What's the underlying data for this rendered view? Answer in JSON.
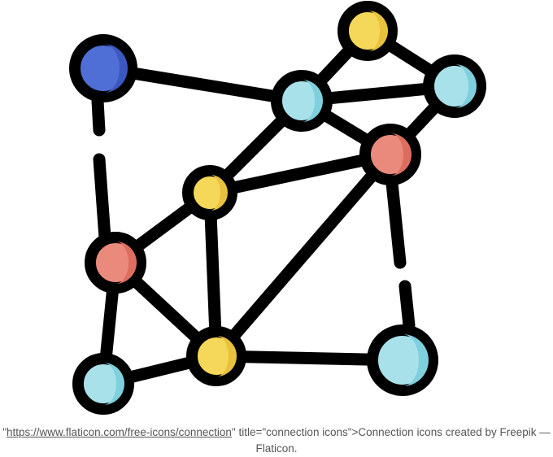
{
  "colors": {
    "stroke": "#000000",
    "blue": "#4f6fd6",
    "yellow": "#f5d75a",
    "teal": "#a9e1ea",
    "red": "#ea8a7c",
    "caption_text": "#555555"
  },
  "nodes": [
    {
      "id": "n-blue",
      "color": "blue"
    },
    {
      "id": "n-top-yellow",
      "color": "yellow"
    },
    {
      "id": "n-top-teal",
      "color": "teal"
    },
    {
      "id": "n-right-teal",
      "color": "teal"
    },
    {
      "id": "n-right-red",
      "color": "red"
    },
    {
      "id": "n-mid-yellow",
      "color": "yellow"
    },
    {
      "id": "n-left-red",
      "color": "red"
    },
    {
      "id": "n-bottom-yellow",
      "color": "yellow"
    },
    {
      "id": "n-bottom-left-teal",
      "color": "teal"
    },
    {
      "id": "n-bottom-right-teal",
      "color": "teal"
    }
  ],
  "caption": {
    "quote_open": "\"",
    "link_text": "https://www.flaticon.com/free-icons/connection",
    "rest_text": "\" title=\"connection icons\">Connection icons created by Freepik — Flaticon."
  }
}
